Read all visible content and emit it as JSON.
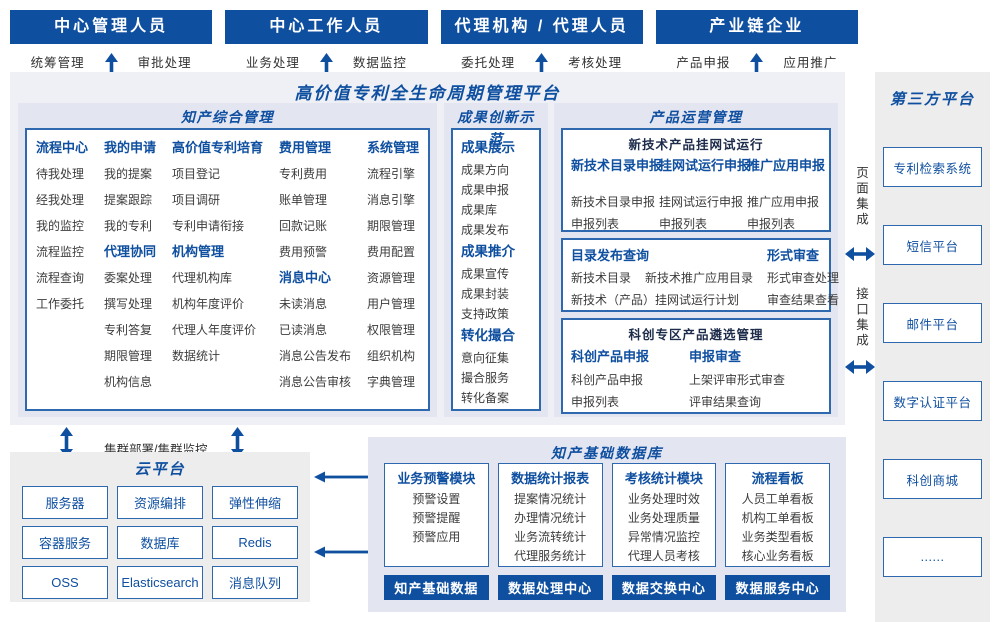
{
  "colors": {
    "primary_blue": "#0f4fa0",
    "box_border": "#2e68ae",
    "section_bg": "#e3e5f1",
    "main_bg": "#eef0f6",
    "gray_bg": "#ededee"
  },
  "roles": [
    {
      "title": "中心管理人员",
      "functions": [
        "统筹管理",
        "审批处理"
      ]
    },
    {
      "title": "中心工作人员",
      "functions": [
        "业务处理",
        "数据监控"
      ]
    },
    {
      "title": "代理机构 / 代理人员",
      "functions": [
        "委托处理",
        "考核处理"
      ]
    },
    {
      "title": "产业链企业",
      "functions": [
        "产品申报",
        "应用推广"
      ]
    }
  ],
  "platform_title": "高价值专利全生命周期管理平台",
  "ip": {
    "title": "知产综合管理",
    "columns": [
      {
        "groups": [
          {
            "heading": "流程中心",
            "items": [
              "待我处理",
              "经我处理",
              "我的监控",
              "流程监控",
              "流程查询",
              "工作委托"
            ]
          }
        ]
      },
      {
        "groups": [
          {
            "heading": "我的申请",
            "items": [
              "我的提案",
              "提案跟踪",
              "我的专利"
            ]
          },
          {
            "heading": "代理协同",
            "items": [
              "委案处理",
              "撰写处理",
              "专利答复",
              "期限管理",
              "机构信息"
            ]
          }
        ]
      },
      {
        "groups": [
          {
            "heading": "高价值专利培育",
            "items": [
              "项目登记",
              "项目调研",
              "专利申请衔接"
            ]
          },
          {
            "heading": "机构管理",
            "items": [
              "代理机构库",
              "机构年度评价",
              "代理人年度评价",
              "数据统计"
            ]
          }
        ]
      },
      {
        "groups": [
          {
            "heading": "费用管理",
            "items": [
              "专利费用",
              "账单管理",
              "回款记账",
              "费用预警"
            ]
          },
          {
            "heading": "消息中心",
            "items": [
              "未读消息",
              "已读消息",
              "消息公告发布",
              "消息公告审核"
            ]
          }
        ]
      },
      {
        "groups": [
          {
            "heading": "系统管理",
            "items": [
              "流程引擎",
              "消息引擎",
              "期限管理",
              "费用配置",
              "资源管理",
              "用户管理",
              "权限管理",
              "组织机构",
              "字典管理"
            ]
          }
        ]
      }
    ]
  },
  "innovation": {
    "title": "成果创新示范",
    "groups": [
      {
        "heading": "成果展示",
        "items": [
          "成果方向",
          "成果申报",
          "成果库",
          "成果发布"
        ]
      },
      {
        "heading": "成果推介",
        "items": [
          "成果宣传",
          "成果封装",
          "支持政策"
        ]
      },
      {
        "heading": "转化撮合",
        "items": [
          "意向征集",
          "撮合服务",
          "转化备案"
        ]
      }
    ]
  },
  "product_ops": {
    "title": "产品运营管理",
    "trial": {
      "title": "新技术产品挂网试运行",
      "columns": [
        {
          "heading": "新技术目录申报",
          "items": [
            "新技术目录申报",
            "申报列表"
          ]
        },
        {
          "heading": "挂网试运行申报",
          "items": [
            "挂网试运行申报",
            "申报列表"
          ]
        },
        {
          "heading": "推广应用申报",
          "items": [
            "推广应用申报",
            "申报列表"
          ]
        }
      ]
    },
    "catalog": {
      "heading": "目录发布查询",
      "row1": [
        "新技术目录",
        "新技术推广应用目录"
      ],
      "row2": "新技术（产品）挂网试运行计划"
    },
    "formal_review": {
      "heading": "形式审查",
      "items": [
        "形式审查处理",
        "审查结果查看"
      ]
    },
    "sci_zone": {
      "title": "科创专区产品遴选管理",
      "columns": [
        {
          "heading": "科创产品申报",
          "items": [
            "科创产品申报",
            "申报列表"
          ]
        },
        {
          "heading": "申报审查",
          "items": [
            "上架评审形式审查",
            "评审结果查询"
          ]
        }
      ]
    }
  },
  "third_party": {
    "title": "第三方平台",
    "systems": [
      "专利检索系统",
      "短信平台",
      "邮件平台",
      "数字认证平台",
      "科创商城",
      "......"
    ]
  },
  "integration": {
    "page": "页面集成",
    "api": "接口集成"
  },
  "cluster_label": "集群部署/集群监控",
  "cloud": {
    "title": "云平台",
    "services": [
      "服务器",
      "资源编排",
      "弹性伸缩",
      "容器服务",
      "数据库",
      "Redis",
      "OSS",
      "Elasticsearch",
      "消息队列"
    ]
  },
  "db": {
    "title": "知产基础数据库",
    "modules": [
      {
        "heading": "业务预警模块",
        "items": [
          "预警设置",
          "预警提醒",
          "预警应用"
        ]
      },
      {
        "heading": "数据统计报表",
        "items": [
          "提案情况统计",
          "办理情况统计",
          "业务流转统计",
          "代理服务统计"
        ]
      },
      {
        "heading": "考核统计模块",
        "items": [
          "业务处理时效",
          "业务处理质量",
          "异常情况监控",
          "代理人员考核"
        ]
      },
      {
        "heading": "流程看板",
        "items": [
          "人员工单看板",
          "机构工单看板",
          "业务类型看板",
          "核心业务看板"
        ]
      }
    ],
    "centers": [
      "知产基础数据",
      "数据处理中心",
      "数据交换中心",
      "数据服务中心"
    ]
  }
}
